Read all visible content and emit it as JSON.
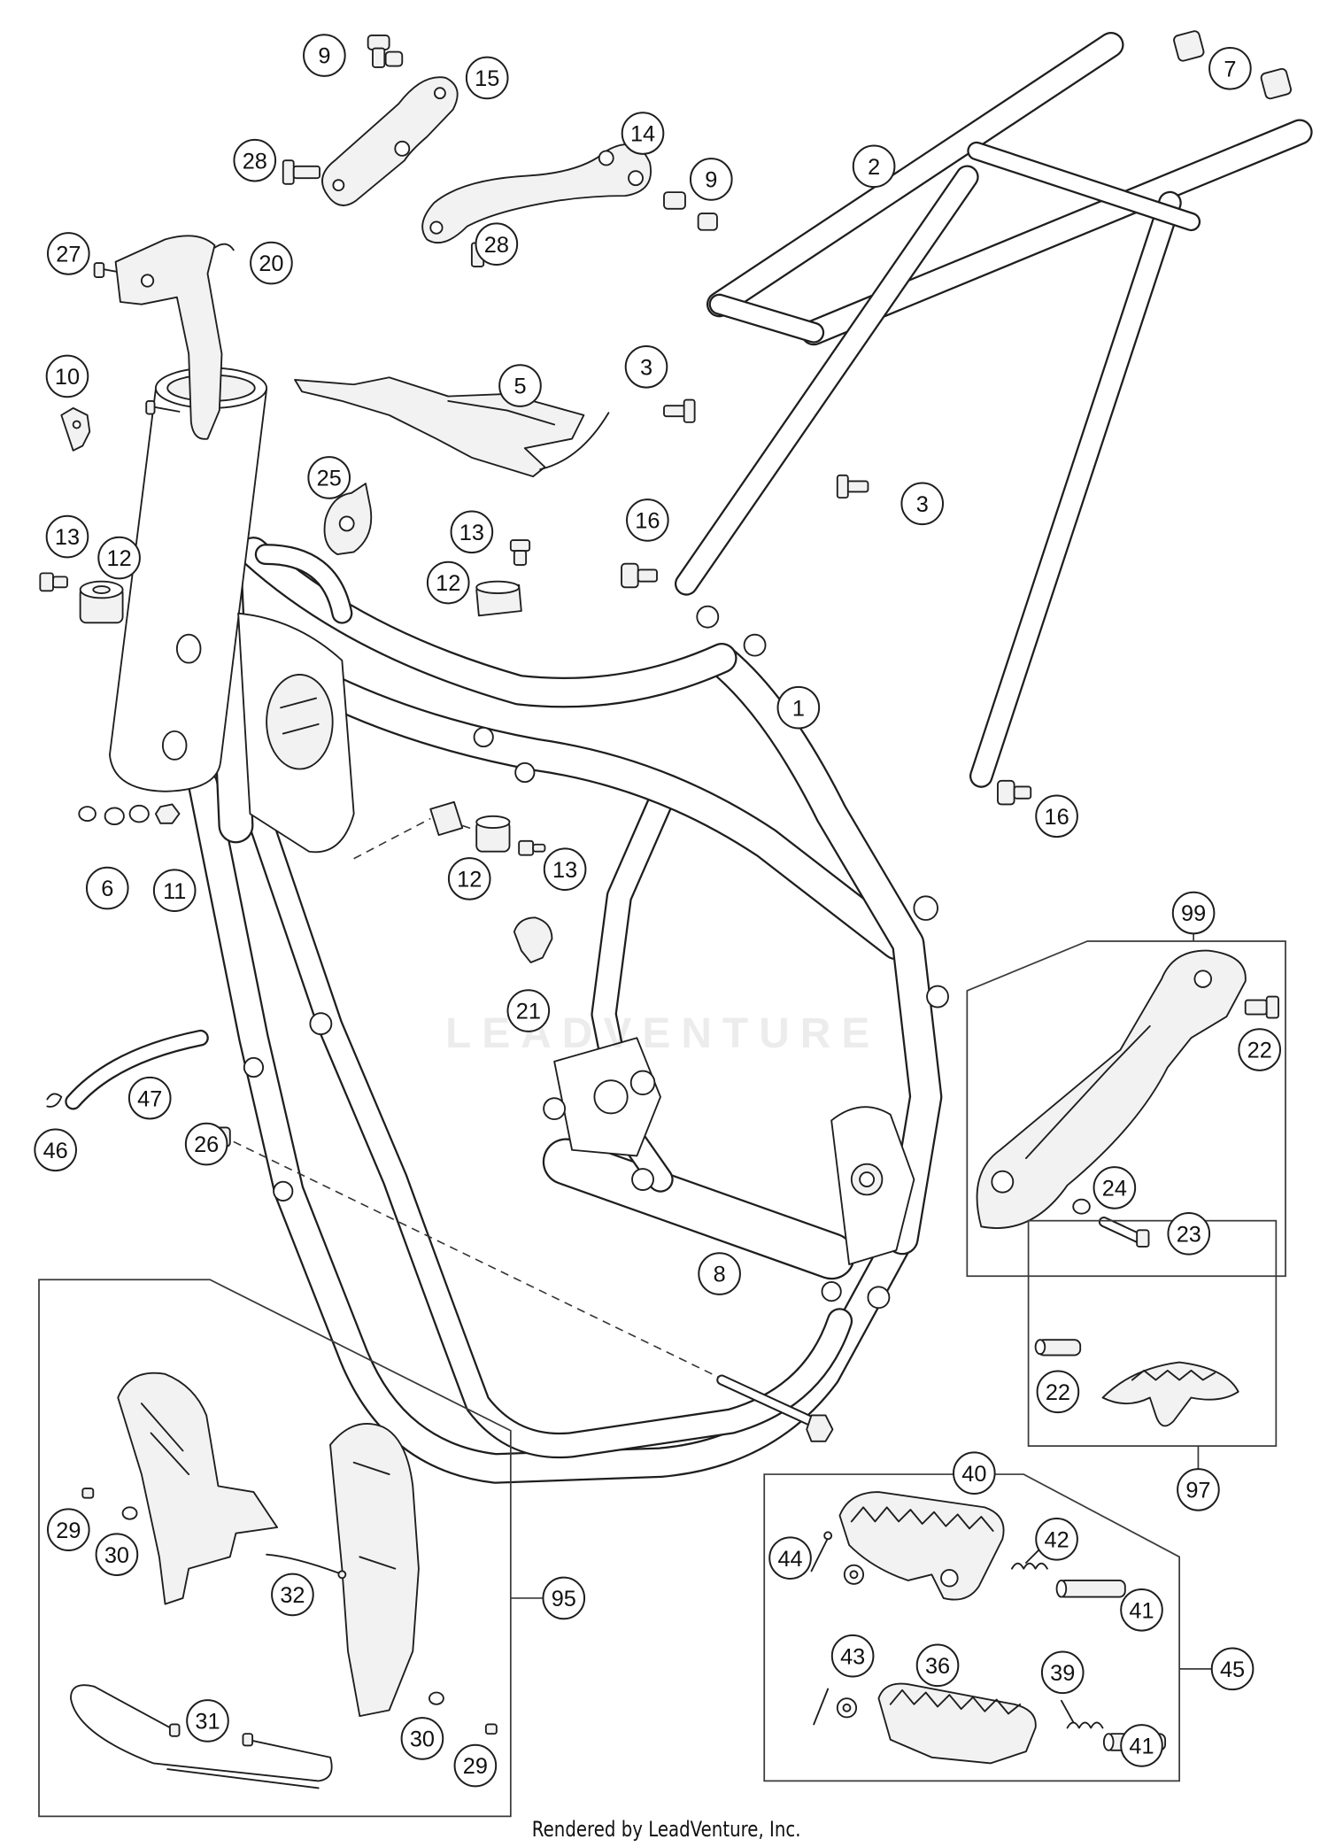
{
  "diagram": {
    "callouts": [
      "9",
      "15",
      "28",
      "14",
      "9",
      "28",
      "7",
      "2",
      "27",
      "20",
      "10",
      "5",
      "3",
      "3",
      "25",
      "16",
      "13",
      "12",
      "13",
      "12",
      "1",
      "16",
      "6",
      "11",
      "12",
      "13",
      "99",
      "21",
      "22",
      "47",
      "46",
      "26",
      "24",
      "23",
      "8",
      "22",
      "97",
      "29",
      "30",
      "32",
      "95",
      "40",
      "42",
      "44",
      "41",
      "43",
      "36",
      "39",
      "45",
      "41",
      "31",
      "30",
      "29"
    ]
  },
  "watermark": "LEADVENTURE",
  "footer": "Rendered by LeadVenture, Inc.",
  "colors": {
    "line": "#1e1e1e",
    "background": "#ffffff"
  }
}
